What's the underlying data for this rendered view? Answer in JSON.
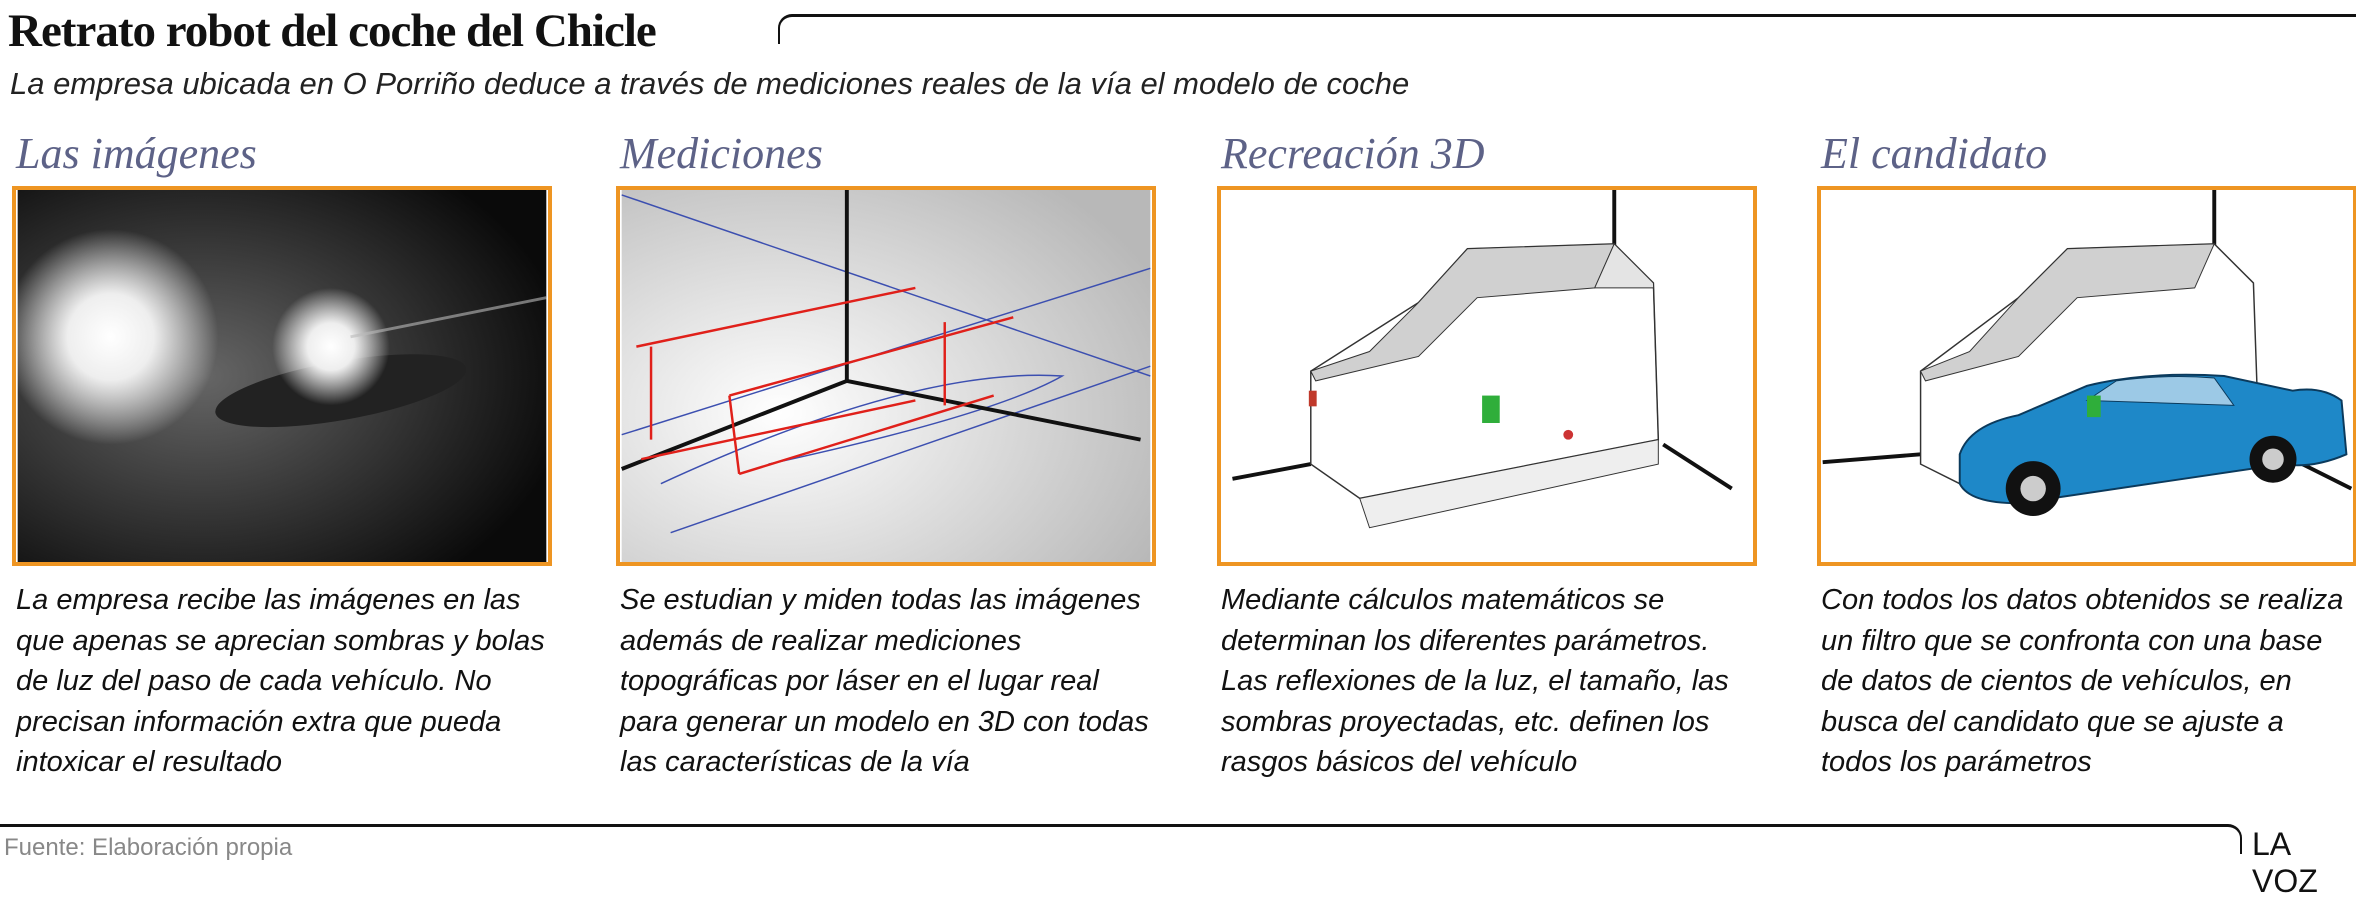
{
  "title": "Retrato robot del coche del Chicle",
  "subtitle": "La empresa ubicada en O Porriño deduce a través de mediciones reales de la vía el modelo de coche",
  "sections": [
    {
      "heading": "Las imágenes",
      "text": "La empresa recibe las imágenes en las que apenas se aprecian sombras y bolas de luz del paso de cada vehículo. No precisan información extra que pueda intoxicar el resultado"
    },
    {
      "heading": "Mediciones",
      "text": "Se estudian y miden todas las imágenes además de realizar mediciones topográficas por láser en el lugar real para generar un modelo en 3D con todas las características de la vía"
    },
    {
      "heading": "Recreación 3D",
      "text": "Mediante cálculos matemáticos se determinan los diferentes parámetros. Las reflexiones de la luz, el tamaño, las sombras proyectadas, etc. definen los rasgos básicos del vehículo"
    },
    {
      "heading": "El candidato",
      "text": "Con todos los datos obtenidos se realiza un filtro que se confronta con una base de datos de cientos de vehículos, en busca del candidato que se ajuste a todos los parámetros"
    }
  ],
  "source": "Fuente: Elaboración propia",
  "logo": "LA VOZ",
  "colors": {
    "frame": "#ee9522",
    "heading": "#5d6287"
  }
}
